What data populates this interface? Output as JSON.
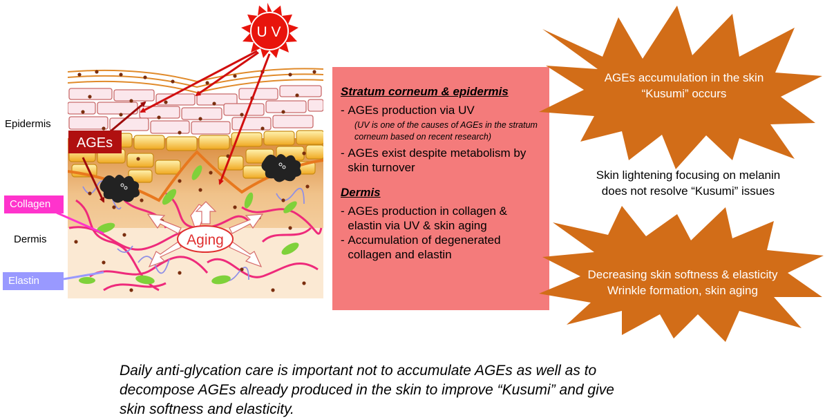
{
  "illustration": {
    "uv_label": "U V",
    "ages_label": "AGEs",
    "aging_label": "Aging",
    "layer_labels": {
      "epidermis": "Epidermis",
      "dermis": "Dermis"
    },
    "tags": {
      "collagen": "Collagen",
      "elastin": "Elastin"
    },
    "colors": {
      "sun": "#e8140c",
      "ages_badge": "#b01010",
      "collagen_tag": "#ff33cc",
      "elastin_tag": "#9999ff",
      "collagen_fiber": "#ee2a7b",
      "elastin_fiber": "#8f8fe6",
      "fibroblast": "#7fd13a",
      "melanocyte": "#222222",
      "epidermis_cell": "#fbe7ec",
      "basal_cell": "#f6c23a",
      "dermis": "#f2cc9a"
    }
  },
  "info_box": {
    "stratum_heading": "Stratum corneum & epidermis",
    "stratum_items": [
      "AGEs production via UV",
      "AGEs exist despite metabolism by skin turnover"
    ],
    "stratum_note": "(UV is one of the causes of AGEs in the stratum corneum based on recent research)",
    "dermis_heading": "Dermis",
    "dermis_items": [
      "AGEs production in collagen & elastin via UV & skin aging",
      "Accumulation of degenerated collagen and elastin"
    ],
    "color": "#f47b7b"
  },
  "right": {
    "burst_top": {
      "line1": "AGEs accumulation in the skin",
      "line2": "“Kusumi” occurs"
    },
    "statement": {
      "line1": "Skin lightening focusing on melanin",
      "line2": "does not resolve “Kusumi” issues"
    },
    "burst_bottom": {
      "line1": "Decreasing skin softness & elasticity",
      "line2": "Wrinkle formation, skin aging"
    },
    "burst_color": "#d26d18"
  },
  "footer": {
    "line1": "Daily anti-glycation care is important not to accumulate AGEs as well as to",
    "line2": "decompose AGEs already produced in the skin to improve “Kusumi” and give",
    "line3": "skin softness and elasticity."
  }
}
